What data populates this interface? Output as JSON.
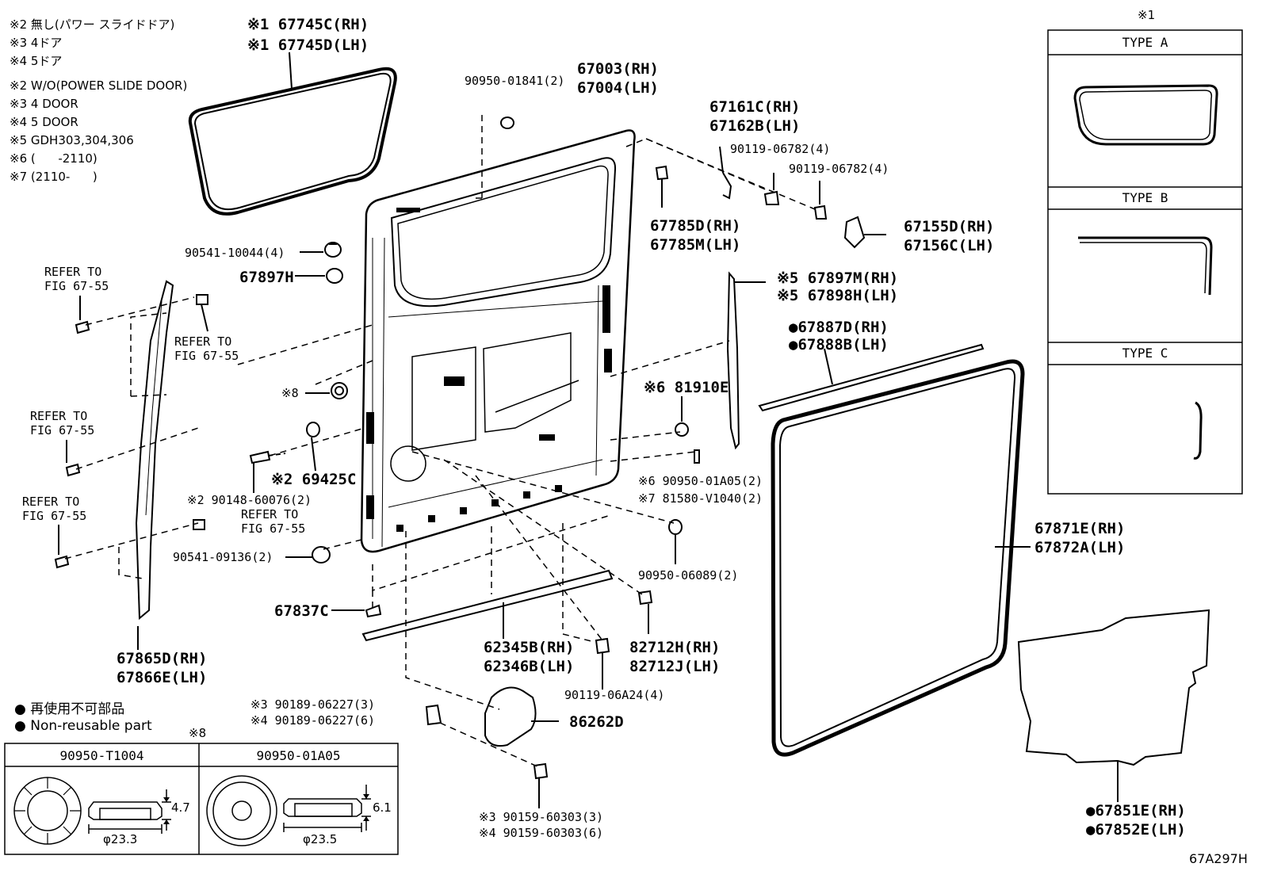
{
  "notes": [
    "※2 無し(パワー スライドドア)",
    "※3 4ドア",
    "※4 5ドア",
    "※2 W/O(POWER SLIDE DOOR)",
    "※3 4 DOOR",
    "※4 5 DOOR",
    "※5 GDH303,304,306",
    "※6 (      -2110)",
    "※7 (2110-      )"
  ],
  "type_box": {
    "mark": "※1",
    "types": [
      "TYPE  A",
      "TYPE  B",
      "TYPE  C"
    ]
  },
  "labels": {
    "glass_weather": [
      "※1 67745C(RH)",
      "※1 67745D(LH)"
    ],
    "panel": [
      "67003(RH)",
      "67004(LH)"
    ],
    "plug_top": "90950-01841(2)",
    "hinge_upper": [
      "67161C(RH)",
      "67162B(LH)"
    ],
    "bolt1": "90119-06782(4)",
    "bolt2": "90119-06782(4)",
    "bumper": [
      "67785D(RH)",
      "67785M(LH)"
    ],
    "hinge_lower": [
      "67155D(RH)",
      "67156C(LH)"
    ],
    "clip_4": "90541-10044(4)",
    "cushion": "67897H",
    "refer1": [
      "REFER TO",
      "FIG 67-55"
    ],
    "refer2": [
      "REFER TO",
      "FIG 67-55"
    ],
    "refer3": [
      "REFER TO",
      "FIG 67-55"
    ],
    "refer4": [
      "REFER TO",
      "FIG 67-55"
    ],
    "refer5": [
      "REFER TO",
      "FIG 67-55"
    ],
    "mark8": "※8",
    "weather_front": [
      "※5 67897M(RH)",
      "※5 67898H(LH)"
    ],
    "weather_belt": [
      "●67887D(RH)",
      "●67888B(LH)"
    ],
    "plug_81910": "※6 81910E",
    "stopper": "※2 69425C",
    "bolt_90148": "※2 90148-60076(2)",
    "plug_01a05": "※6 90950-01A05(2)",
    "bracket_81580": "※7 81580-V1040(2)",
    "clip_09136": "90541-09136(2)",
    "plug_06089": "90950-06089(2)",
    "clip_67837": "67837C",
    "trim_62345": [
      "62345B(RH)",
      "62346B(LH)"
    ],
    "stopper_82712": [
      "82712H(RH)",
      "82712J(LH)"
    ],
    "garnish": [
      "67865D(RH)",
      "67866E(LH)"
    ],
    "bolt_06a24": "90119-06A24(4)",
    "weather_main": [
      "67871E(RH)",
      "67872A(LH)"
    ],
    "clip_06227": [
      "※3 90189-06227(3)",
      "※4 90189-06227(6)"
    ],
    "cover_86262": "86262D",
    "screw_60303": [
      "※3 90159-60303(3)",
      "※4 90159-60303(6)"
    ],
    "seal_sheet": [
      "●67851E(RH)",
      "●67852E(LH)"
    ]
  },
  "legend": [
    "再使用不可部品",
    "Non-reusable part"
  ],
  "detail": {
    "mark": "※8",
    "parts": [
      "90950-T1004",
      "90950-01A05"
    ],
    "dims_left": {
      "height": "4.7",
      "dia": "φ23.3"
    },
    "dims_right": {
      "height": "6.1",
      "dia": "φ23.5"
    }
  },
  "figure_id": "67A297H"
}
